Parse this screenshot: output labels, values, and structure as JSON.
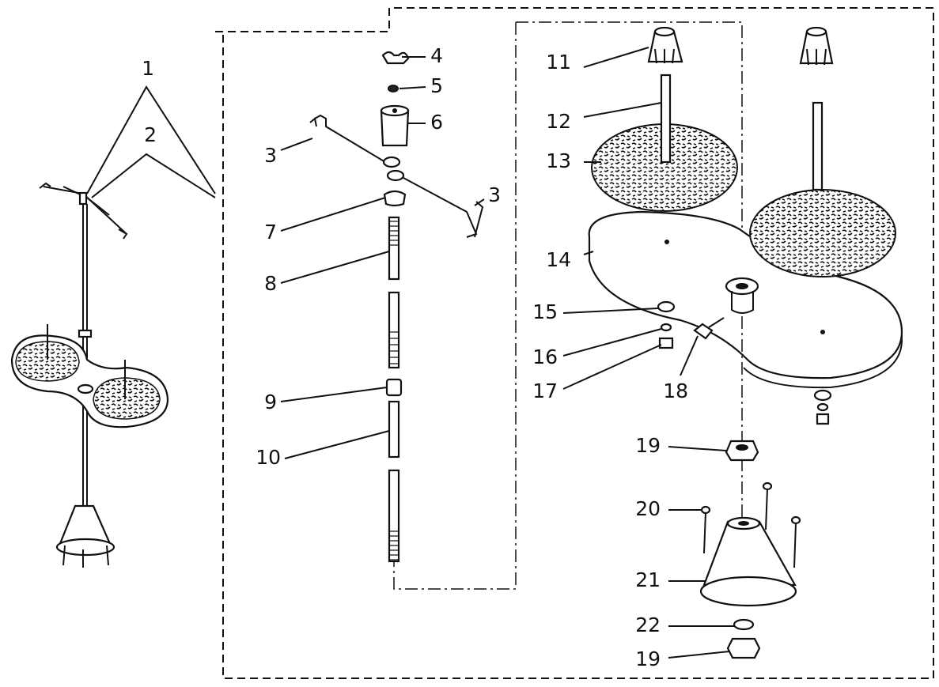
{
  "labels": {
    "l1": "1",
    "l2": "2",
    "l3a": "3",
    "l3b": "3",
    "l4": "4",
    "l5": "5",
    "l6": "6",
    "l7": "7",
    "l8": "8",
    "l9": "9",
    "l10": "10",
    "l11": "11",
    "l12": "12",
    "l13": "13",
    "l14": "14",
    "l15": "15",
    "l16": "16",
    "l17": "17",
    "l18": "18",
    "l19a": "19",
    "l19b": "19",
    "l20": "20",
    "l21": "21",
    "l22": "22"
  }
}
